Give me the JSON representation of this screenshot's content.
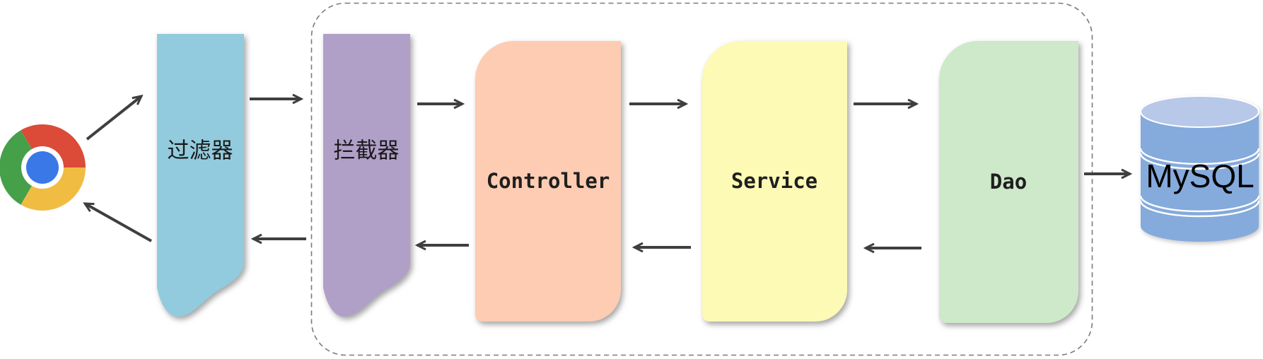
{
  "diagram": {
    "kind": "web-request-flow",
    "container": {
      "style": "dashed-rounded-rectangle",
      "border_color": "#7a7a7a",
      "contains": [
        "拦截器",
        "Controller",
        "Service",
        "Dao"
      ]
    },
    "arrow_color": "#3f3f3f",
    "nodes": {
      "browser": {
        "label": "",
        "icon": "chrome-logo",
        "colors": {
          "red": "#dc4a38",
          "green": "#45a049",
          "yellow": "#f0bc42",
          "blue": "#3b78e7",
          "ring": "#ffffff"
        }
      },
      "filter": {
        "label": "过滤器",
        "color": "#92cbdd",
        "shape": "wave-bottom-rectangle"
      },
      "interceptor": {
        "label": "拦截器",
        "color": "#b0a0c8",
        "shape": "wave-bottom-rectangle"
      },
      "controller": {
        "label": "Controller",
        "color": "#fdccb2",
        "shape": "rounded-corner-rectangle"
      },
      "service": {
        "label": "Service",
        "color": "#fcfab4",
        "shape": "rounded-corner-rectangle"
      },
      "dao": {
        "label": "Dao",
        "color": "#cde9c9",
        "shape": "rounded-corner-rectangle"
      },
      "mysql": {
        "label": "MySQL",
        "color": "#85aadc",
        "top_color": "#b7c8e9",
        "shape": "database-cylinder"
      }
    },
    "edges": [
      {
        "from": "browser",
        "to": "filter",
        "row": "forward"
      },
      {
        "from": "filter",
        "to": "interceptor",
        "row": "forward"
      },
      {
        "from": "interceptor",
        "to": "controller",
        "row": "forward"
      },
      {
        "from": "controller",
        "to": "service",
        "row": "forward"
      },
      {
        "from": "service",
        "to": "dao",
        "row": "forward"
      },
      {
        "from": "dao",
        "to": "mysql",
        "row": "forward"
      },
      {
        "from": "dao",
        "to": "service",
        "row": "return"
      },
      {
        "from": "service",
        "to": "controller",
        "row": "return"
      },
      {
        "from": "controller",
        "to": "interceptor",
        "row": "return"
      },
      {
        "from": "interceptor",
        "to": "filter",
        "row": "return"
      },
      {
        "from": "filter",
        "to": "browser",
        "row": "return"
      }
    ]
  }
}
